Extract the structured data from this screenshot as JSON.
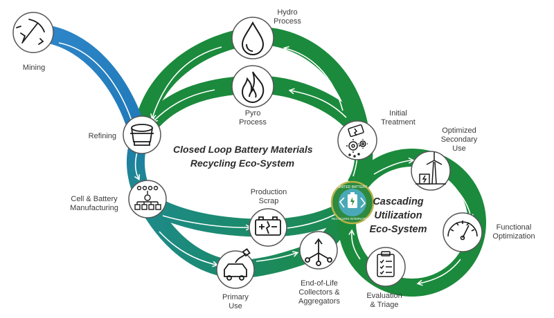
{
  "diagram": {
    "colors": {
      "green": "#1b8a3c",
      "blue": "#2a7fc4",
      "teal": "#1e8a86",
      "icon_stroke": "#1a1a1a",
      "badge_green": "#2d8a3e"
    },
    "titles": {
      "closed_loop": {
        "line1": "Closed Loop Battery Materials",
        "line2": "Recycling Eco-System"
      },
      "cascading": {
        "line1": "Cascading",
        "line2": "Utilization",
        "line3": "Eco-System"
      }
    },
    "nodes": {
      "mining": {
        "label": "Mining",
        "icon": "pickaxe-icon"
      },
      "refining": {
        "label": "Refining",
        "icon": "crucible-icon"
      },
      "manufacturing": {
        "line1": "Cell & Battery",
        "line2": "Manufacturing",
        "icon": "assembly-icon"
      },
      "production_scrap": {
        "line1": "Production",
        "line2": "Scrap",
        "icon": "battery-icon"
      },
      "primary_use": {
        "line1": "Primary",
        "line2": "Use",
        "icon": "electric-car-icon"
      },
      "collectors": {
        "line1": "End-of-Life",
        "line2": "Collectors &",
        "line3": "Aggregators",
        "icon": "branching-arrows-icon"
      },
      "hydro": {
        "line1": "Hydro",
        "line2": "Process",
        "icon": "droplet-icon"
      },
      "pyro": {
        "line1": "Pyro",
        "line2": "Process",
        "icon": "flame-icon"
      },
      "initial_treatment": {
        "line1": "Initial",
        "line2": "Treatment",
        "icon": "gears-icon"
      },
      "optimized_use": {
        "line1": "Optimized",
        "line2": "Secondary",
        "line3": "Use",
        "icon": "wind-turbine-icon"
      },
      "functional_opt": {
        "line1": "Functional",
        "line2": "Optimization",
        "icon": "gauge-icon"
      },
      "evaluation": {
        "line1": "Evaluation",
        "line2": "& Triage",
        "icon": "clipboard-icon"
      }
    },
    "badge": {
      "top_text": "UNITED BATTERY",
      "bottom_text": "RECYCLERS INTERNATIONAL",
      "icon": "battery-recycle-icon"
    }
  }
}
